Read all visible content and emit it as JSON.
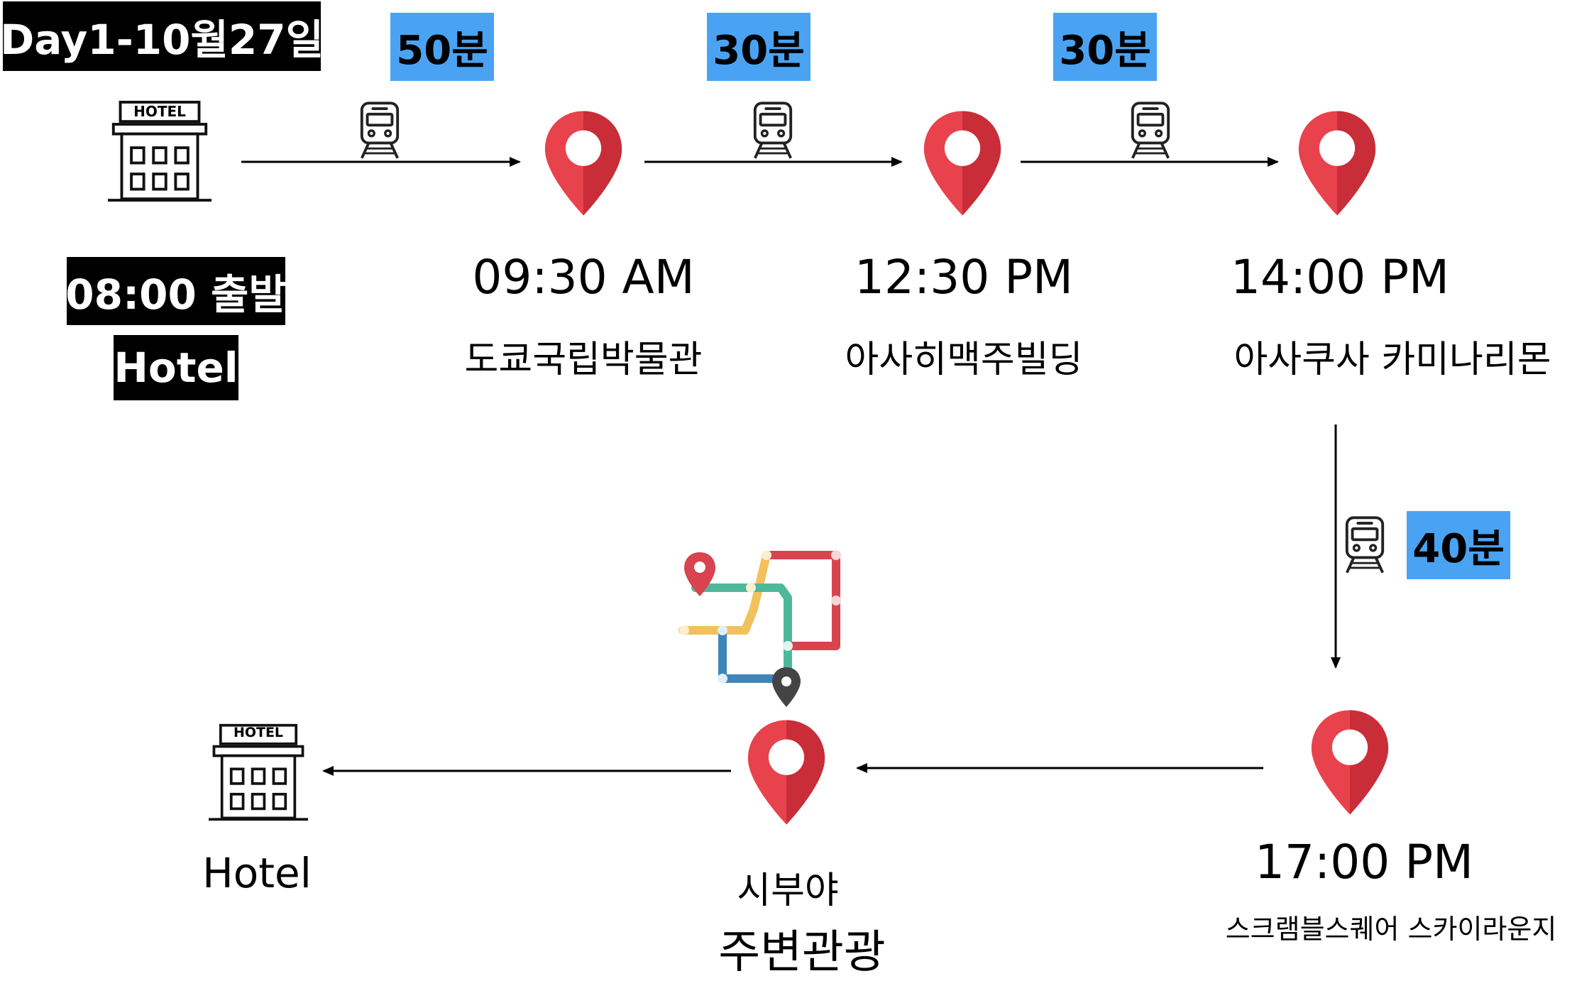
{
  "day_title": "Day1-10월27일",
  "start": {
    "time_label": "08:00 출발",
    "place_label": "Hotel"
  },
  "segments": [
    {
      "duration": "50분"
    },
    {
      "duration": "30분"
    },
    {
      "duration": "30분"
    },
    {
      "duration": "40분"
    }
  ],
  "stops": [
    {
      "time": "09:30 AM",
      "name": "도쿄국립박물관"
    },
    {
      "time": "12:30 PM",
      "name": "아사히맥주빌딩"
    },
    {
      "time": "14:00 PM",
      "name": "아사쿠사 카미나리몬"
    },
    {
      "time": "17:00 PM",
      "name": "스크램블스퀘어 스카이라운지"
    }
  ],
  "shibuya": {
    "name": "시부야",
    "activity": "주변관광"
  },
  "end": {
    "place_label": "Hotel"
  },
  "icons": {
    "hotel": "hotel-building-icon",
    "train": "train-icon",
    "pin": "map-pin-icon",
    "route_map": "subway-route-map-icon"
  },
  "hotel_sign_text": "HOTEL",
  "colors": {
    "pin": "#e03a45",
    "pin_dark": "#c22a35",
    "duration_badge": "#4aa3f2",
    "label_badge": "#000000"
  }
}
